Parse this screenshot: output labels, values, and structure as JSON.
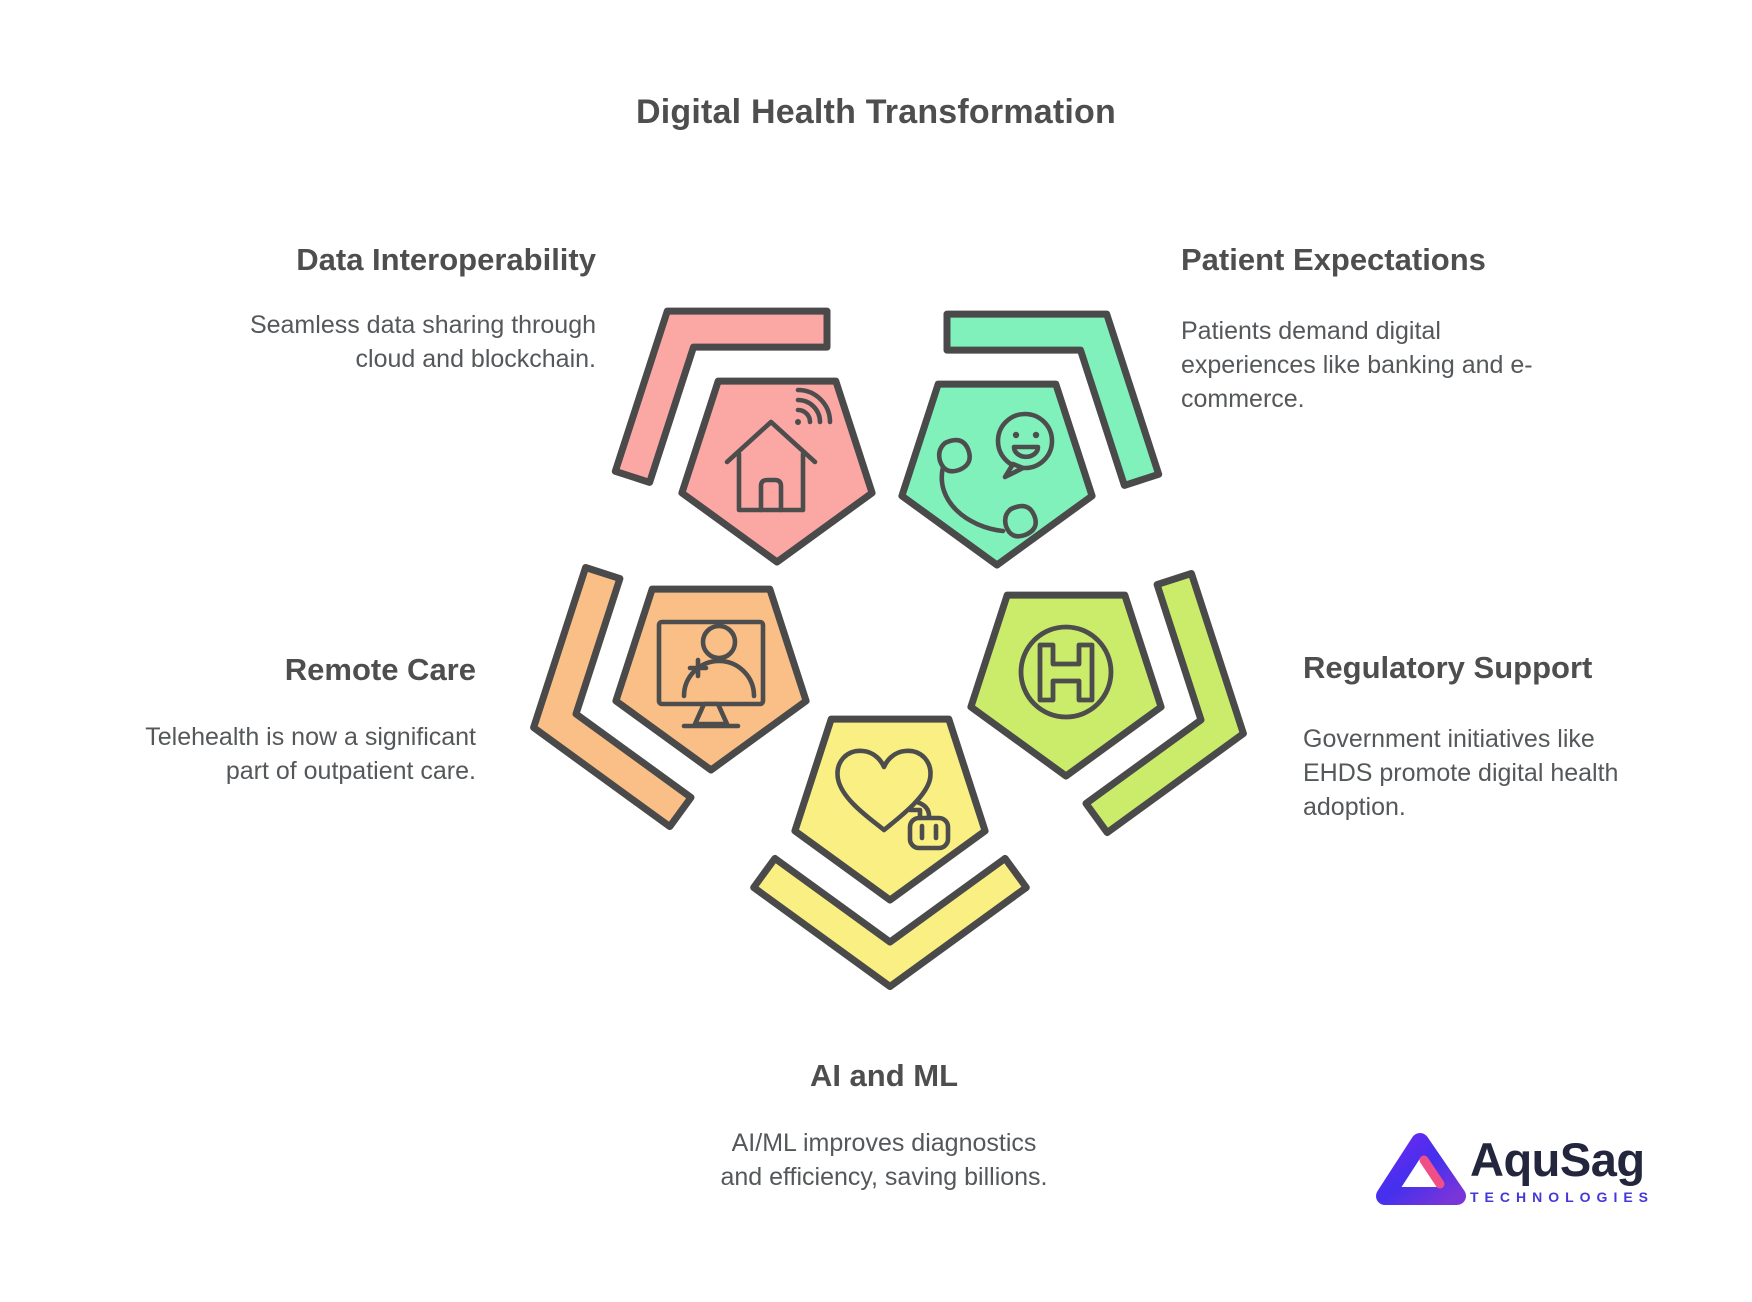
{
  "title": "Digital Health Transformation",
  "colors": {
    "pink": "#FBA8A5",
    "mint": "#81F1BB",
    "orange": "#F9BF86",
    "lime": "#CBEC6B",
    "yellow": "#FAEF82",
    "outline": "#4A4A4B",
    "icon_stroke": "#4D4D4E",
    "heading_text": "#4E4E4E",
    "body_text": "#55585A"
  },
  "sections": {
    "data_interoperability": {
      "heading": "Data Interoperability",
      "body": "Seamless data sharing through\ncloud and blockchain.",
      "icon": "smart-home-wifi-icon"
    },
    "patient_expectations": {
      "heading": "Patient Expectations",
      "body": "Patients demand digital\nexperiences like banking and e-\ncommerce.",
      "icon": "phone-chat-smiley-icon"
    },
    "remote_care": {
      "heading": "Remote Care",
      "body": "Telehealth is now a significant\npart of outpatient care.",
      "icon": "telehealth-monitor-icon"
    },
    "regulatory_support": {
      "heading": "Regulatory Support",
      "body": "Government initiatives like\nEHDS promote digital health\nadoption.",
      "icon": "hospital-helipad-icon"
    },
    "ai_and_ml": {
      "heading": "AI and ML",
      "body": "AI/ML improves diagnostics\nand efficiency, saving billions.",
      "icon": "heart-robot-icon"
    }
  },
  "logo": {
    "name": "AquSag",
    "tagline": "TECHNOLOGIES"
  }
}
